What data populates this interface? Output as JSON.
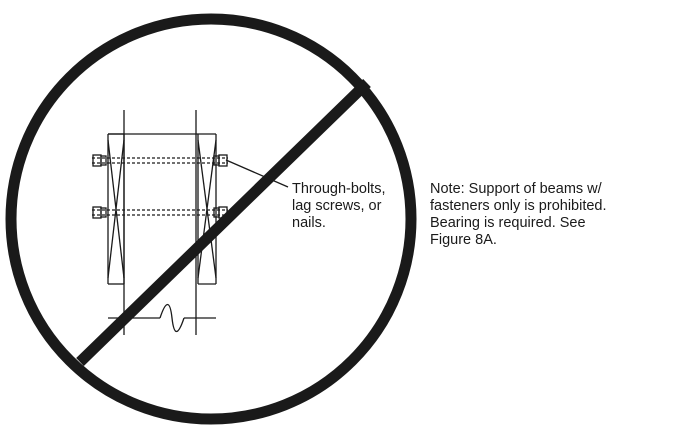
{
  "callout": {
    "lines": [
      "Through-bolts,",
      "lag screws, or",
      "nails."
    ]
  },
  "note": {
    "lines": [
      "Note: Support of beams w/",
      "fasteners only is prohibited.",
      "Bearing is required. See",
      "Figure 8A."
    ]
  },
  "colors": {
    "ink": "#1a1a1a",
    "background": "#ffffff"
  }
}
